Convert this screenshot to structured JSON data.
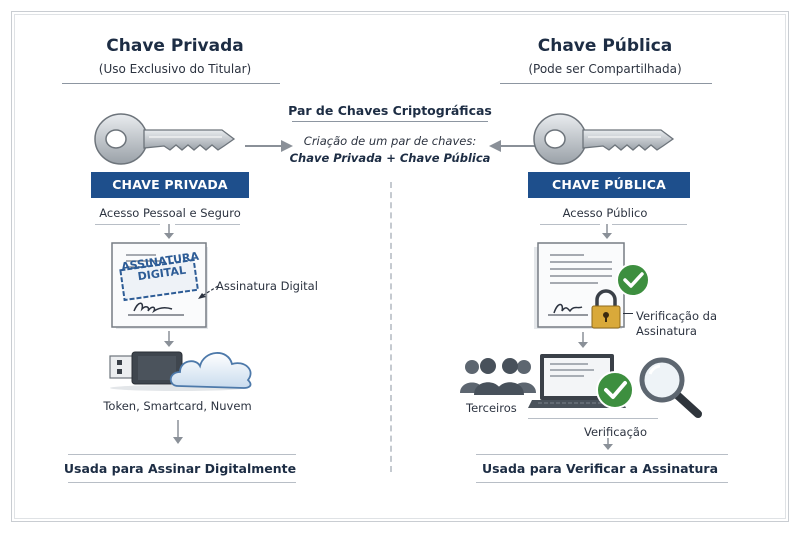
{
  "left": {
    "title": "Chave Privada",
    "subtitle": "(Uso Exclusivo do Titular)",
    "badge": "CHAVE PRIVADA",
    "access": "Acesso Pessoal e Seguro",
    "stamp_line1": "ASSINATURA",
    "stamp_line2": "DIGITAL",
    "signature_label": "Assinatura Digital",
    "storage_label": "Token, Smartcard, Nuvem",
    "usage": "Usada para Assinar Digitalmente"
  },
  "center": {
    "title": "Par de Chaves Criptográficas",
    "line1": "Criação de um par de chaves:",
    "line2": "Chave Privada + Chave Pública"
  },
  "right": {
    "title": "Chave Pública",
    "subtitle": "(Pode ser Compartilhada)",
    "badge": "CHAVE PÚBLICA",
    "access": "Acesso Público",
    "verify_label_line1": "Verificação da",
    "verify_label_line2": "Assinatura",
    "third_parties": "Terceiros",
    "verification": "Verificação",
    "usage": "Usada para Verificar a Assinatura"
  },
  "colors": {
    "badge_blue": "#1e4f8c",
    "check_green": "#3d8f3f",
    "text_dark": "#1d2d44"
  }
}
